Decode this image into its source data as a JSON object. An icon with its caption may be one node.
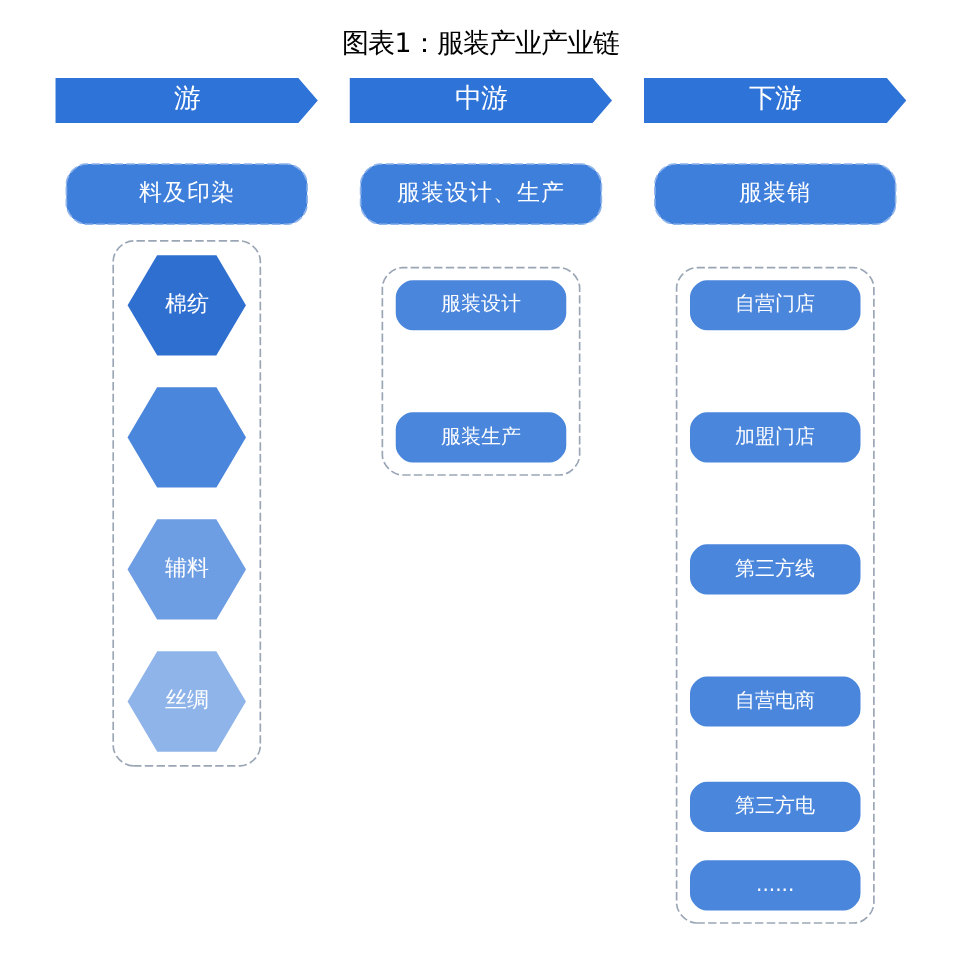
{
  "diagram": {
    "title": "图表1：服装产业产业链",
    "nodes": [
      {
        "text": [
          "游"
        ]
      },
      {
        "text": [
          "中游"
        ]
      },
      {
        "text": [
          "下游"
        ]
      },
      {
        "text": [
          "料及印染"
        ]
      },
      {
        "text": [
          "服装设计、生产"
        ]
      },
      {
        "text": [
          "服装销"
        ]
      },
      {
        "text": [],
        "shape": "box"
      },
      {
        "text": [
          "棉纺"
        ],
        "in": 6
      },
      {
        "text": [],
        "shape": "hexagon",
        "in": 6
      },
      {
        "text": [
          "辅料"
        ],
        "in": 6
      },
      {
        "text": [
          "丝绸"
        ],
        "in": 6
      },
      {
        "text": [],
        "shape": "box"
      },
      {
        "text": [
          "服装设计"
        ],
        "in": 11
      },
      {
        "text": [
          "服装生产"
        ],
        "in": 11
      },
      {
        "text": [],
        "shape": "box"
      },
      {
        "text": [
          "自营门店"
        ],
        "in": 14
      },
      {
        "text": [
          "加盟门店"
        ],
        "in": 14
      },
      {
        "text": [
          "第三方线"
        ],
        "in": 14
      },
      {
        "text": [
          "自营电商"
        ],
        "in": 14
      },
      {
        "text": [
          "第三方电"
        ],
        "in": 14
      },
      {
        "text": [
          "......"
        ],
        "in": 14
      }
    ]
  }
}
